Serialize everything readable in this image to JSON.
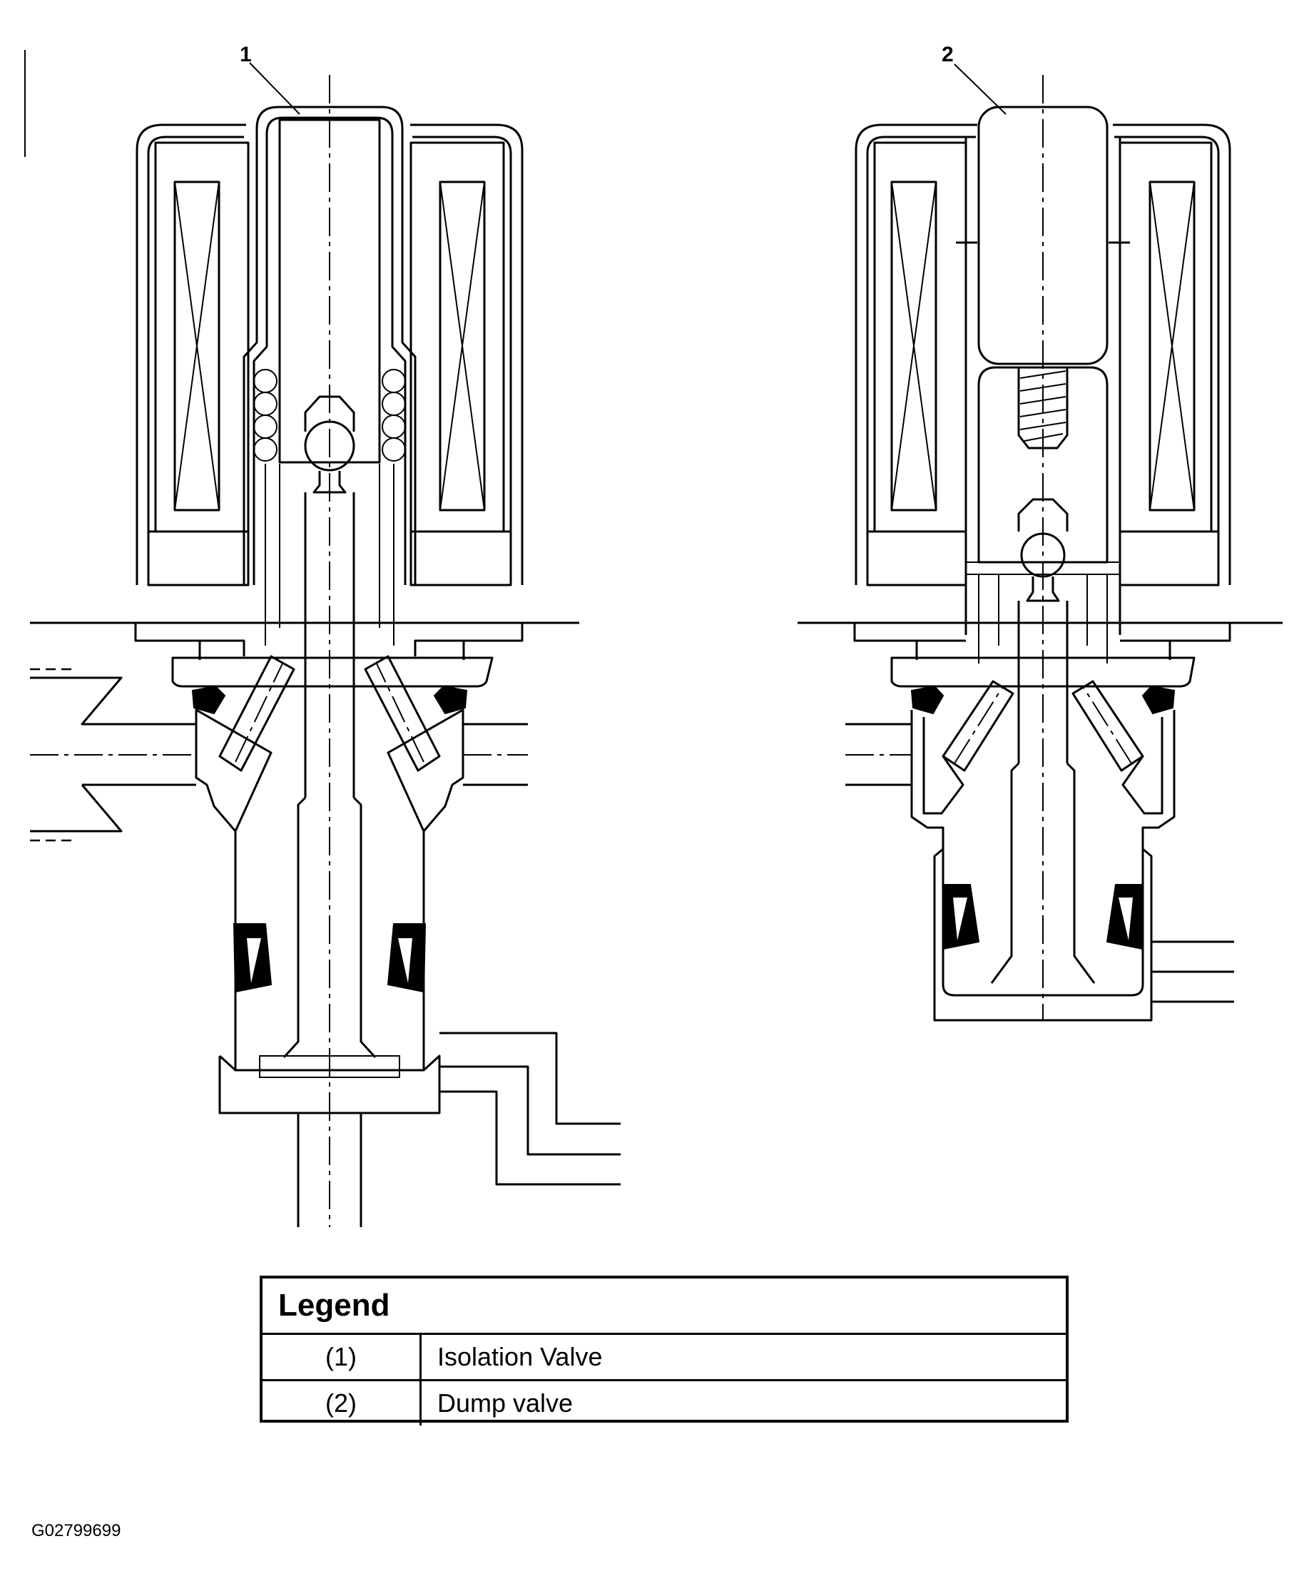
{
  "callouts": {
    "c1": "1",
    "c2": "2"
  },
  "legend": {
    "title": "Legend",
    "rows": [
      {
        "num": "(1)",
        "desc": "Isolation Valve"
      },
      {
        "num": "(2)",
        "desc": "Dump valve"
      }
    ]
  },
  "figure_id": "G02799699"
}
